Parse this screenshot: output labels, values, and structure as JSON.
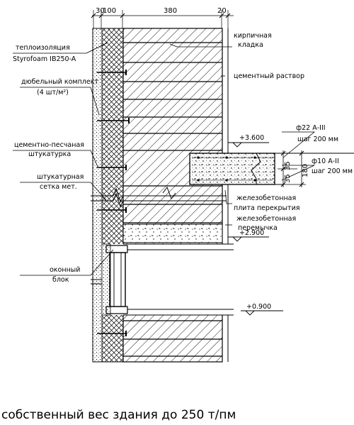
{
  "dimensions": {
    "d30": "30",
    "d100": "100",
    "d380": "380",
    "d20": "20",
    "d35a": "35",
    "d35b": "35",
    "d180": "180"
  },
  "labels": {
    "insulation_line1": "теплоизоляция",
    "insulation_line2": "Styrofoam IB250-A",
    "dowel_line1": "дюбельный комплект",
    "dowel_line2": "(4 шт/м²)",
    "plaster_line1": "цементно-песчаная",
    "plaster_line2": "штукатурка",
    "mesh_line1": "штукатурная",
    "mesh_line2": "сетка мет.",
    "window_line1": "оконный",
    "window_line2": "блок",
    "brick_line1": "кирпичная",
    "brick_line2": "кладка",
    "mortar": "цементный раствор",
    "rebar22_line1": "ф22 А-III",
    "rebar22_line2": "шаг 200 мм",
    "rebar10_line1": "ф10 А-II",
    "rebar10_line2": "шаг 200 мм",
    "slab_line1": "железобетонная",
    "slab_line2": "плита перекрытия",
    "lintel_line1": "железобетонная",
    "lintel_line2": "перемычка"
  },
  "elevations": {
    "top": "+3.600",
    "lintel": "+2.900",
    "sill": "+0.900"
  },
  "caption": "собственный вес здания до 250 т/пм"
}
